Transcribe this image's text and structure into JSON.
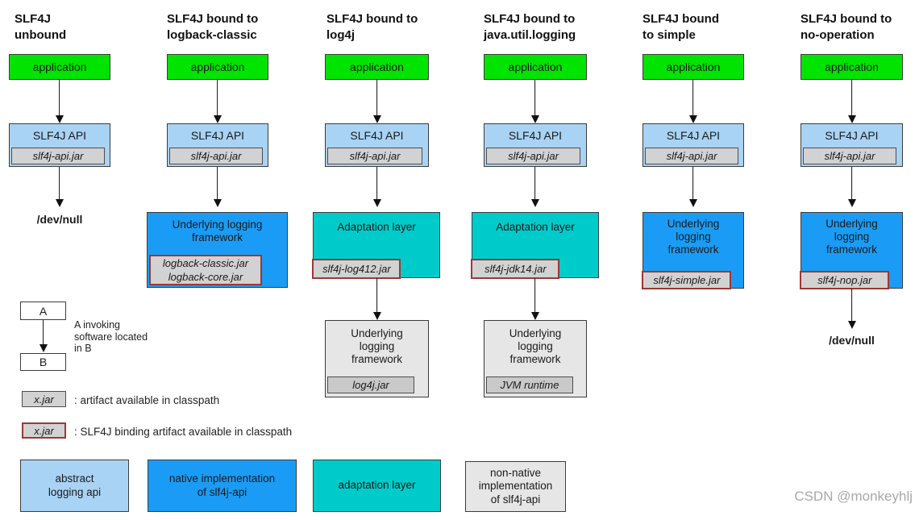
{
  "watermark": "CSDN @monkeyhlj",
  "colors": {
    "application_green": "#00e400",
    "abstract_api_blue": "#a9d3f4",
    "native_impl_blue": "#1a9cf6",
    "adaptation_teal": "#00cbcb",
    "non_native_gray": "#e6e6e6",
    "jar_gray": "#d2d2d2",
    "binding_border_red": "#9e3737"
  },
  "columns": [
    {
      "title": [
        "SLF4J",
        "unbound"
      ],
      "app": "application",
      "api": "SLF4J API",
      "api_jar": "slf4j-api.jar",
      "devnull": "/dev/null"
    },
    {
      "title": [
        "SLF4J bound to",
        "logback-classic"
      ],
      "app": "application",
      "api": "SLF4J API",
      "api_jar": "slf4j-api.jar",
      "framework": {
        "label": [
          "Underlying logging",
          "framework"
        ],
        "jars": [
          "logback-classic.jar",
          "logback-core.jar"
        ]
      }
    },
    {
      "title": [
        "SLF4J bound to",
        "log4j"
      ],
      "app": "application",
      "api": "SLF4J API",
      "api_jar": "slf4j-api.jar",
      "adaptation": {
        "label": "Adaptation layer",
        "jar": "slf4j-log412.jar"
      },
      "underlying": {
        "label": [
          "Underlying",
          "logging",
          "framework"
        ],
        "jar": "log4j.jar"
      }
    },
    {
      "title": [
        "SLF4J bound to",
        "java.util.logging"
      ],
      "app": "application",
      "api": "SLF4J API",
      "api_jar": "slf4j-api.jar",
      "adaptation": {
        "label": "Adaptation layer",
        "jar": "slf4j-jdk14.jar"
      },
      "underlying": {
        "label": [
          "Underlying",
          "logging",
          "framework"
        ],
        "jar": "JVM runtime"
      }
    },
    {
      "title": [
        "SLF4J bound",
        "to simple"
      ],
      "app": "application",
      "api": "SLF4J API",
      "api_jar": "slf4j-api.jar",
      "framework": {
        "label": [
          "Underlying",
          "logging",
          "framework"
        ],
        "jar": "slf4j-simple.jar"
      }
    },
    {
      "title": [
        "SLF4J bound to",
        "no-operation"
      ],
      "app": "application",
      "api": "SLF4J API",
      "api_jar": "slf4j-api.jar",
      "framework": {
        "label": [
          "Underlying",
          "logging",
          "framework"
        ],
        "jar": "slf4j-nop.jar"
      },
      "devnull": "/dev/null"
    }
  ],
  "legend": {
    "a": "A",
    "b": "B",
    "invoking": [
      "A invoking",
      "software located",
      "in B"
    ],
    "jar_sample": "x.jar",
    "artifact_text": ": artifact available in classpath",
    "binding_text": ": SLF4J binding artifact available in classpath",
    "type_boxes": [
      {
        "label": [
          "abstract",
          "logging api"
        ]
      },
      {
        "label": [
          "native implementation",
          "of slf4j-api"
        ]
      },
      {
        "label": [
          "adaptation layer"
        ]
      },
      {
        "label": [
          "non-native",
          "implementation",
          "of slf4j-api"
        ]
      }
    ]
  }
}
